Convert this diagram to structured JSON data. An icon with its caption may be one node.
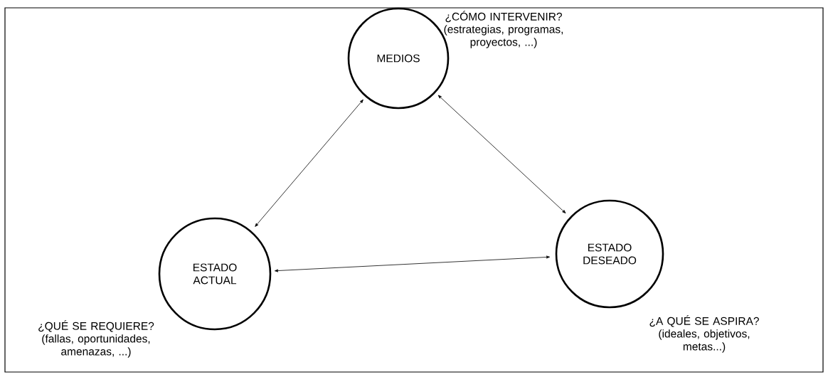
{
  "diagram": {
    "nodes": [
      {
        "text": [
          "MEDIOS"
        ],
        "beside": [
          "¿CÓMO INTERVENIR?",
          "(estrategias, programas, proyectos, ...)"
        ]
      },
      {
        "text": [
          "ESTADO ACTUAL"
        ],
        "beside": [
          "¿QUÉ SE REQUIERE?",
          "(fallas, oportunidades, amenazas, ...)"
        ]
      },
      {
        "text": [
          "ESTADO DESEADO"
        ],
        "beside": [
          "¿A QUÉ SE ASPIRA?",
          "(ideales, objetivos, metas...)"
        ]
      }
    ],
    "edges": [
      {
        "from": 0,
        "to": 1,
        "arrow": "both"
      },
      {
        "from": 0,
        "to": 2,
        "arrow": "both"
      },
      {
        "from": 1,
        "to": 2,
        "arrow": "both"
      }
    ]
  }
}
